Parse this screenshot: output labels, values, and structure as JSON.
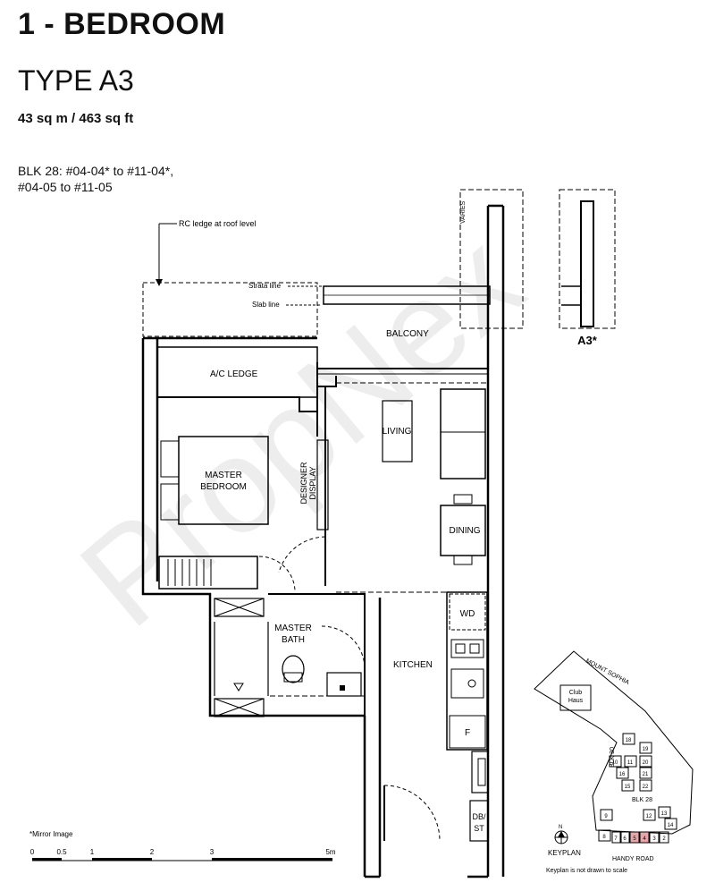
{
  "header": {
    "title": "1 - BEDROOM",
    "type": "TYPE A3",
    "area": "43 sq m / 463 sq ft"
  },
  "units": {
    "line1": "BLK 28: #04-04* to #11-04*,",
    "line2": "#04-05 to #11-05"
  },
  "annotations": {
    "rc_ledge": "RC ledge at roof level",
    "strata_line": "Strata line",
    "slab_line": "Slab line",
    "varies": "VARIES"
  },
  "rooms": {
    "balcony": "BALCONY",
    "ac_ledge": "A/C LEDGE",
    "living": "LIVING",
    "master_bedroom_1": "MASTER",
    "master_bedroom_2": "BEDROOM",
    "designer_display_1": "DESIGNER",
    "designer_display_2": "DISPLAY",
    "dining": "DINING",
    "master_bath_1": "MASTER",
    "master_bath_2": "BATH",
    "kitchen": "KITCHEN",
    "wd": "WD",
    "fridge": "F",
    "dbst_1": "DB/",
    "dbst_2": "ST"
  },
  "inset_label": "A3*",
  "watermark": "PropNex",
  "mirror_note": "*Mirror Image",
  "scale": {
    "labels": [
      "0",
      "0.5",
      "1",
      "2",
      "3",
      "5m"
    ]
  },
  "keyplan": {
    "label": "KEYPLAN",
    "note": "Keyplan is not drawn to scale",
    "north": "N",
    "mount_sophia": "MOUNT SOPHIA",
    "club_1": "Club",
    "club_2": "Haus",
    "blk30": "BLK 30",
    "blk28": "BLK 28",
    "handy_road": "HANDY ROAD",
    "blocks": [
      "18",
      "19",
      "10",
      "11",
      "20",
      "16",
      "21",
      "15",
      "22",
      "9",
      "12",
      "13",
      "14",
      "8",
      "7",
      "6",
      "5",
      "4",
      "3",
      "2"
    ]
  }
}
